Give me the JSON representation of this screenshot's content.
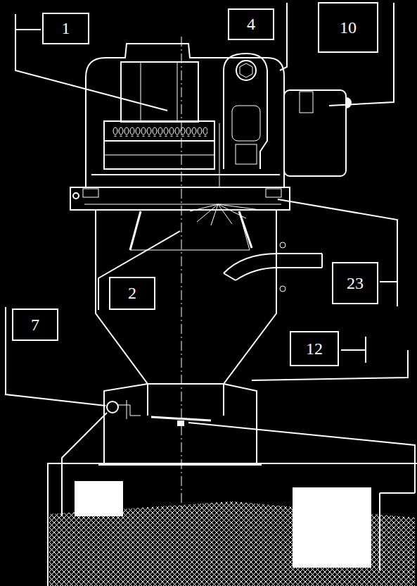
{
  "diagram": {
    "nodes": [
      {
        "text": [
          "1"
        ]
      },
      {
        "text": [
          "4"
        ]
      },
      {
        "text": [
          "10"
        ]
      },
      {
        "text": [
          "2"
        ]
      },
      {
        "text": [
          "23"
        ]
      },
      {
        "text": [
          "7"
        ]
      },
      {
        "text": [
          "12"
        ]
      }
    ]
  }
}
